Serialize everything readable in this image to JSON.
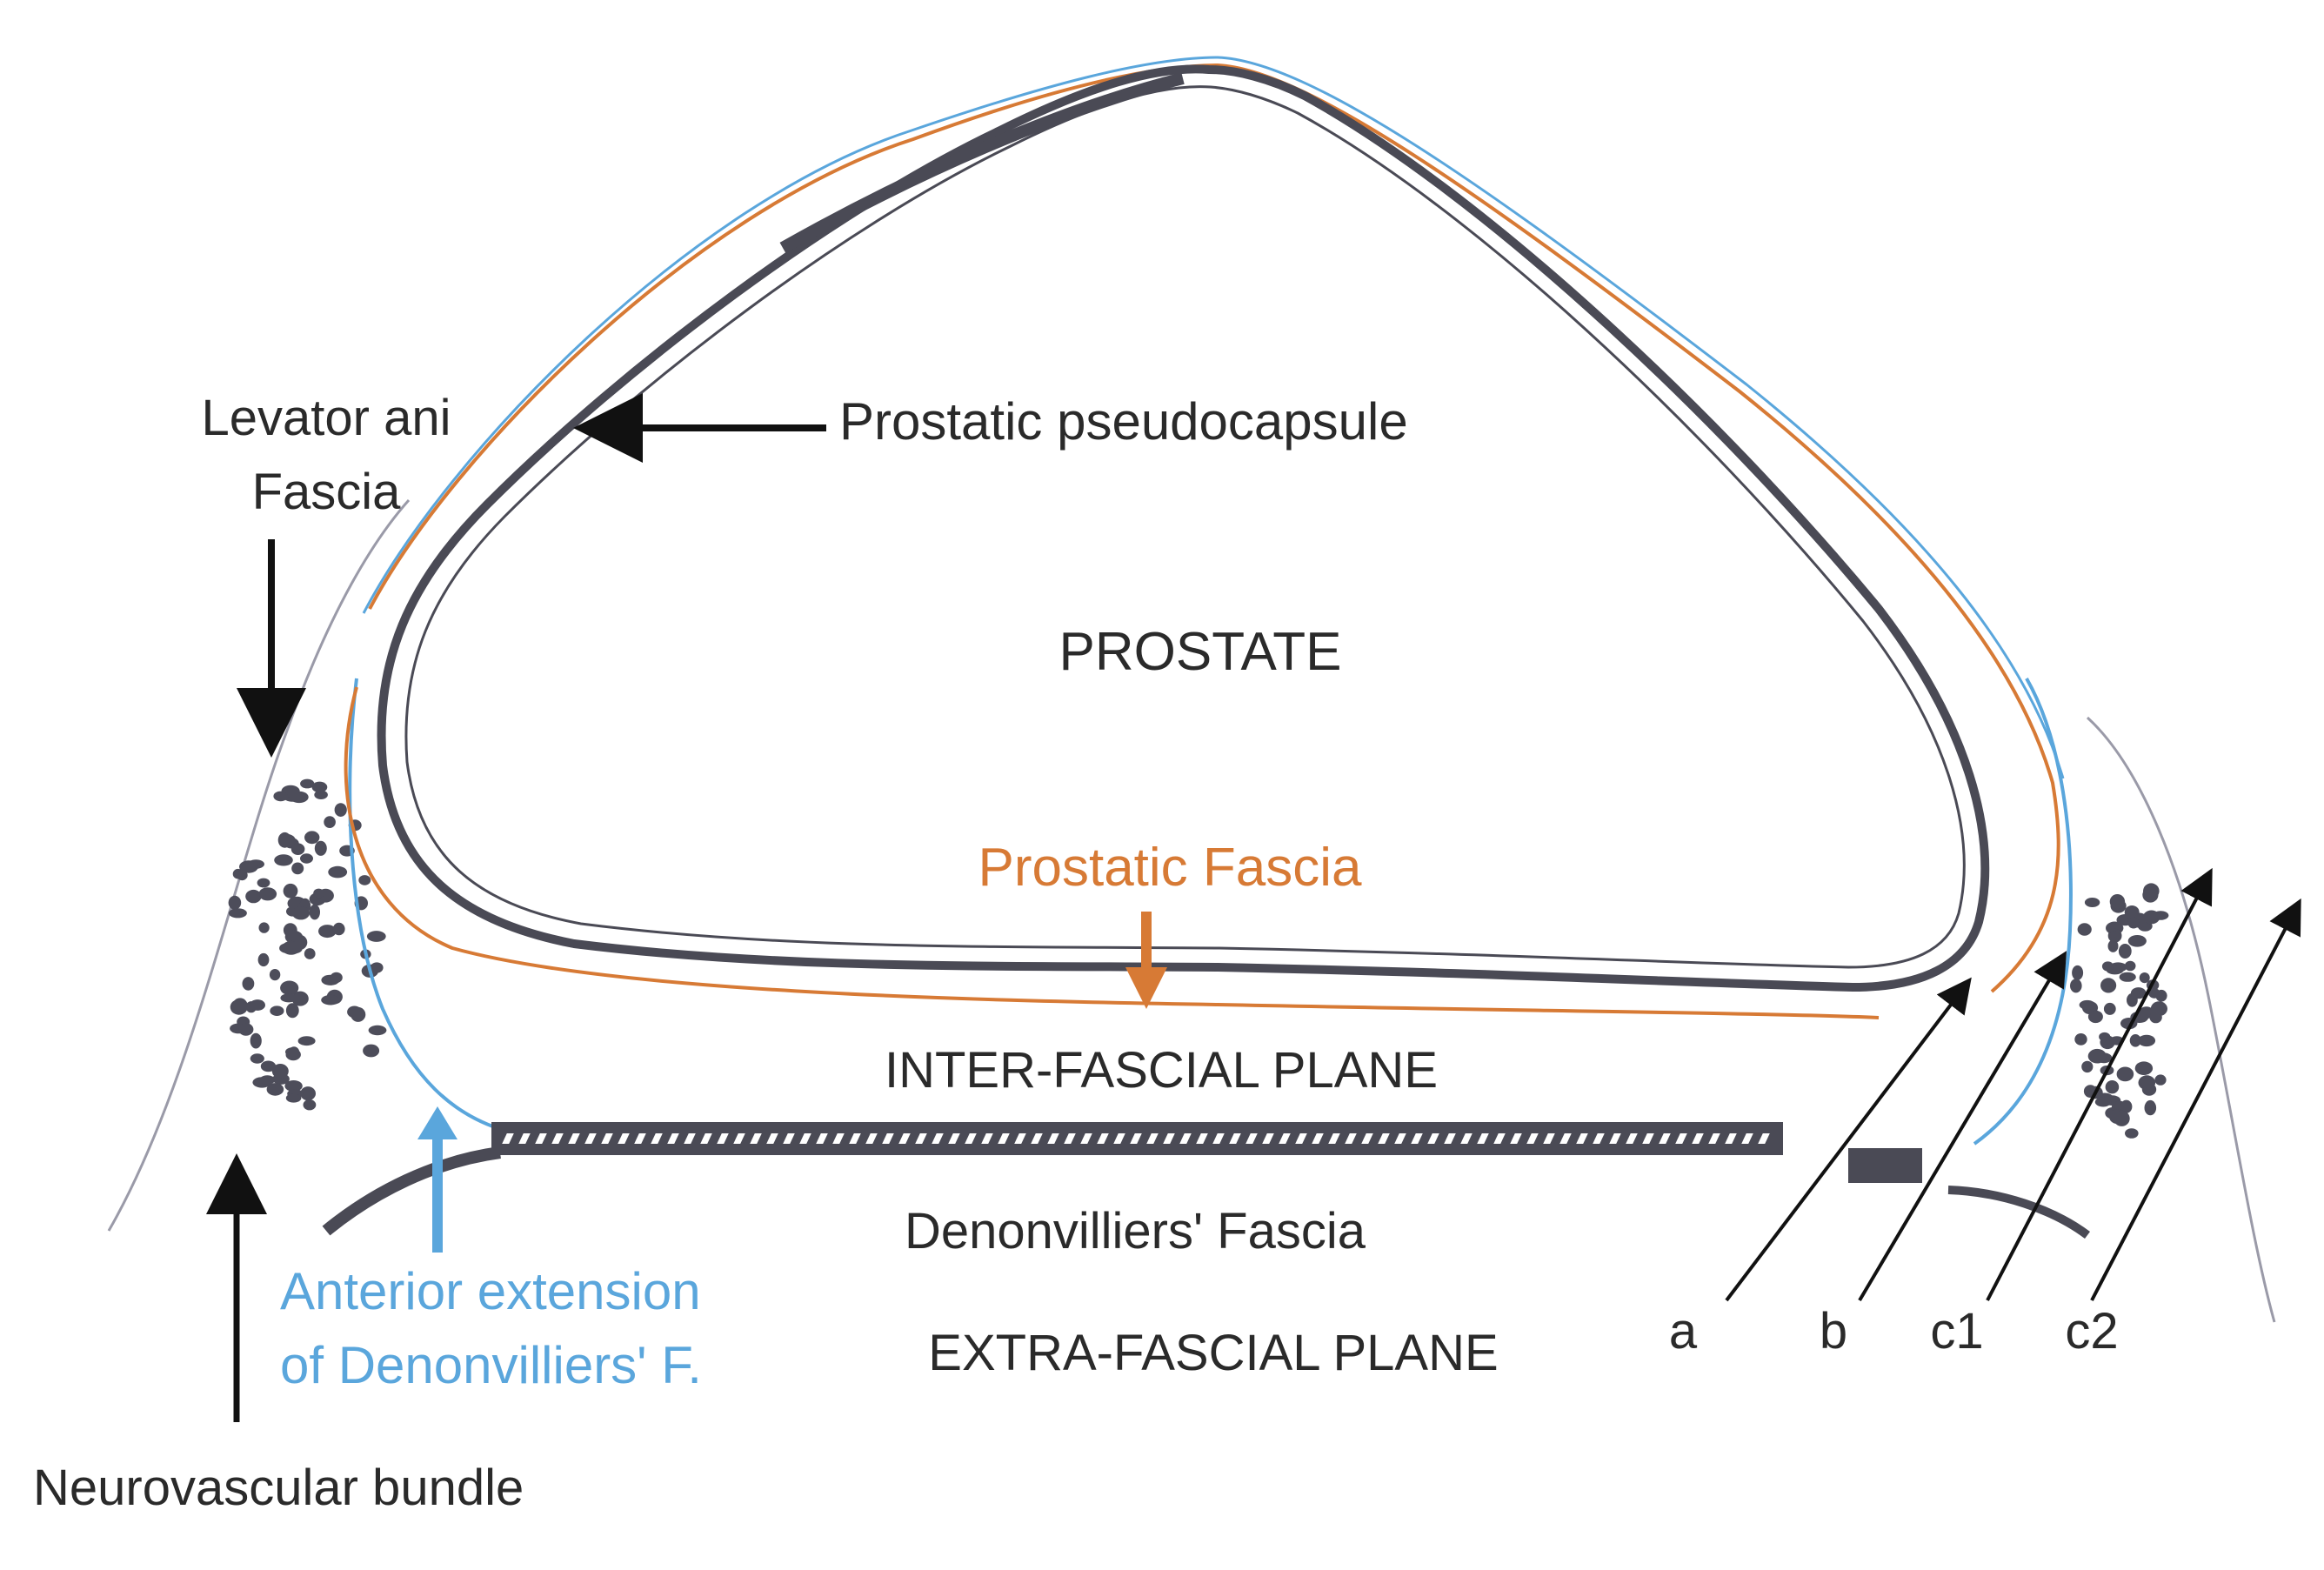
{
  "labels": {
    "levator_ani_line1": "Levator ani",
    "levator_ani_line2": "Fascia",
    "pseudocapsule": "Prostatic pseudocapsule",
    "prostate": "PROSTATE",
    "prostatic_fascia": "Prostatic Fascia",
    "interfascial": "INTER-FASCIAL PLANE",
    "denonvilliers": "Denonvilliers' Fascia",
    "anterior_ext_line1": "Anterior extension",
    "anterior_ext_line2": "of Denonvilliers' F.",
    "extrafascial": "EXTRA-FASCIAL PLANE",
    "neurovascular": "Neurovascular bundle",
    "plane_a": "a",
    "plane_b": "b",
    "plane_c1": "c1",
    "plane_c2": "c2"
  },
  "colors": {
    "capsule": "#4a4a55",
    "prostatic_fascia": "#d77a35",
    "anterior_extension": "#5aa6dc",
    "levator_line": "#9a9aa8",
    "text": "#2a2a2a",
    "arrow": "#111111",
    "nerve_dots": "#4d4d5a"
  }
}
